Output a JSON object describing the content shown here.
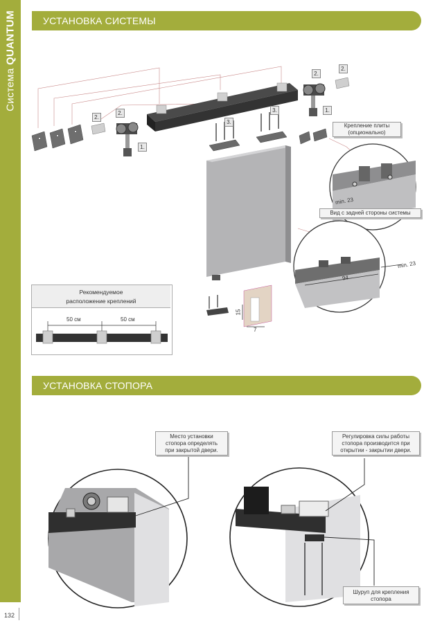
{
  "sidebar": {
    "label_prefix": "Система",
    "label_brand": "QUANTUM"
  },
  "page": {
    "number": "132"
  },
  "section_system": {
    "title": "УСТАНОВКА СИСТЕМЫ",
    "step_1": "1.",
    "step_2": "2.",
    "step_3": "3.",
    "plate_mount_line1": "Крепление плиты",
    "plate_mount_line2": "(опционально)",
    "back_view": "Вид с задней стороны системы",
    "min_label": "min. 23",
    "dim_94": "94",
    "dim_15": "15",
    "dim_7": "7",
    "recommended_line1": "Рекомендуемое",
    "recommended_line2": "расположение креплений",
    "spacing_label": "50 см"
  },
  "section_stopper": {
    "title": "УСТАНОВКА СТОПОРА",
    "note_location_line1": "Место установки",
    "note_location_line2": "стопора определять",
    "note_location_line3": "при закрытой двери.",
    "note_adjust_line1": "Регулировка силы работы",
    "note_adjust_line2": "стопора производится при",
    "note_adjust_line3": "открытии - закрытии двери.",
    "note_screw_line1": "Шуруп для крепления",
    "note_screw_line2": "стопора"
  },
  "colors": {
    "accent": "#a3ad3c",
    "rail": "#2f2f2f",
    "door": "#b4b4b6"
  }
}
